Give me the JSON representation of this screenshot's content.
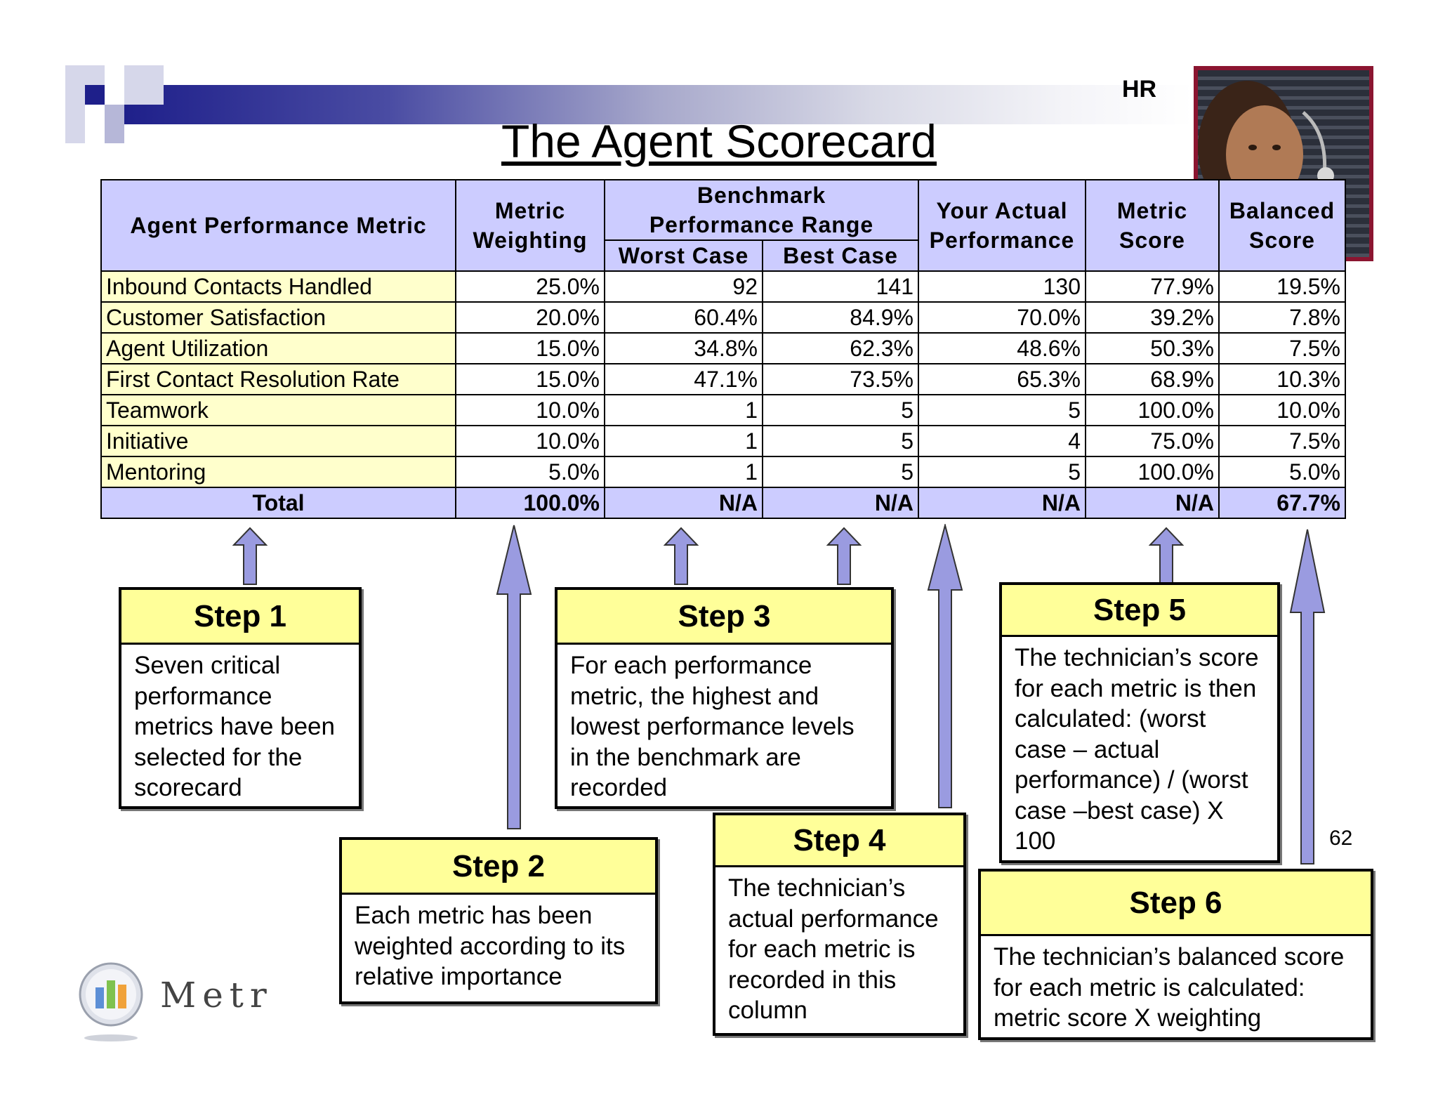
{
  "header": {
    "section_label": "HR",
    "title": "The Agent Scorecard"
  },
  "table": {
    "headers": {
      "metric": "Agent Performance Metric",
      "weighting": [
        "Metric",
        "Weighting"
      ],
      "benchmark": [
        "Benchmark",
        "Performance Range"
      ],
      "worst": "Worst Case",
      "best": "Best Case",
      "actual": [
        "Your Actual",
        "Performance"
      ],
      "metric_score": [
        "Metric",
        "Score"
      ],
      "balanced": [
        "Balanced",
        "Score"
      ]
    },
    "rows": [
      {
        "metric": "Inbound Contacts Handled",
        "weighting": "25.0%",
        "worst": "92",
        "best": "141",
        "actual": "130",
        "metric_score": "77.9%",
        "balanced": "19.5%"
      },
      {
        "metric": "Customer Satisfaction",
        "weighting": "20.0%",
        "worst": "60.4%",
        "best": "84.9%",
        "actual": "70.0%",
        "metric_score": "39.2%",
        "balanced": "7.8%"
      },
      {
        "metric": "Agent Utilization",
        "weighting": "15.0%",
        "worst": "34.8%",
        "best": "62.3%",
        "actual": "48.6%",
        "metric_score": "50.3%",
        "balanced": "7.5%"
      },
      {
        "metric": "First Contact Resolution Rate",
        "weighting": "15.0%",
        "worst": "47.1%",
        "best": "73.5%",
        "actual": "65.3%",
        "metric_score": "68.9%",
        "balanced": "10.3%"
      },
      {
        "metric": "Teamwork",
        "weighting": "10.0%",
        "worst": "1",
        "best": "5",
        "actual": "5",
        "metric_score": "100.0%",
        "balanced": "10.0%"
      },
      {
        "metric": "Initiative",
        "weighting": "10.0%",
        "worst": "1",
        "best": "5",
        "actual": "4",
        "metric_score": "75.0%",
        "balanced": "7.5%"
      },
      {
        "metric": "Mentoring",
        "weighting": "5.0%",
        "worst": "1",
        "best": "5",
        "actual": "5",
        "metric_score": "100.0%",
        "balanced": "5.0%"
      }
    ],
    "total": {
      "metric": "Total",
      "weighting": "100.0%",
      "worst": "N/A",
      "best": "N/A",
      "actual": "N/A",
      "metric_score": "N/A",
      "balanced": "67.7%"
    }
  },
  "steps": [
    {
      "title": "Step 1",
      "lines": [
        "Seven critical",
        "performance",
        "metrics have been",
        "selected for the",
        "scorecard"
      ]
    },
    {
      "title": "Step 2",
      "lines": [
        "Each metric has been",
        "weighted according to its",
        "relative importance"
      ]
    },
    {
      "title": "Step 3",
      "lines": [
        "For each performance",
        "metric, the highest and",
        "lowest performance levels",
        "in the benchmark are",
        "recorded"
      ]
    },
    {
      "title": "Step 4",
      "lines": [
        "The technician’s",
        "actual performance",
        "for each metric is",
        "recorded in this",
        "column"
      ]
    },
    {
      "title": "Step 5",
      "lines": [
        "The technician’s score",
        "for each metric is then",
        "calculated: (worst",
        "case – actual",
        "performance) / (worst",
        "case –best case) X",
        "100"
      ]
    },
    {
      "title": "Step 6",
      "lines": [
        "The technician’s balanced score",
        "for each metric is calculated:",
        "metric score X weighting"
      ]
    }
  ],
  "page_number": "62",
  "logo": {
    "text": "Metr"
  },
  "colors": {
    "header_fill": "#ccccff",
    "label_fill": "#ffffcc",
    "step_header_fill": "#ffff99",
    "photo_frame": "#8b1530",
    "arrow_fill": "#9a9be0"
  }
}
